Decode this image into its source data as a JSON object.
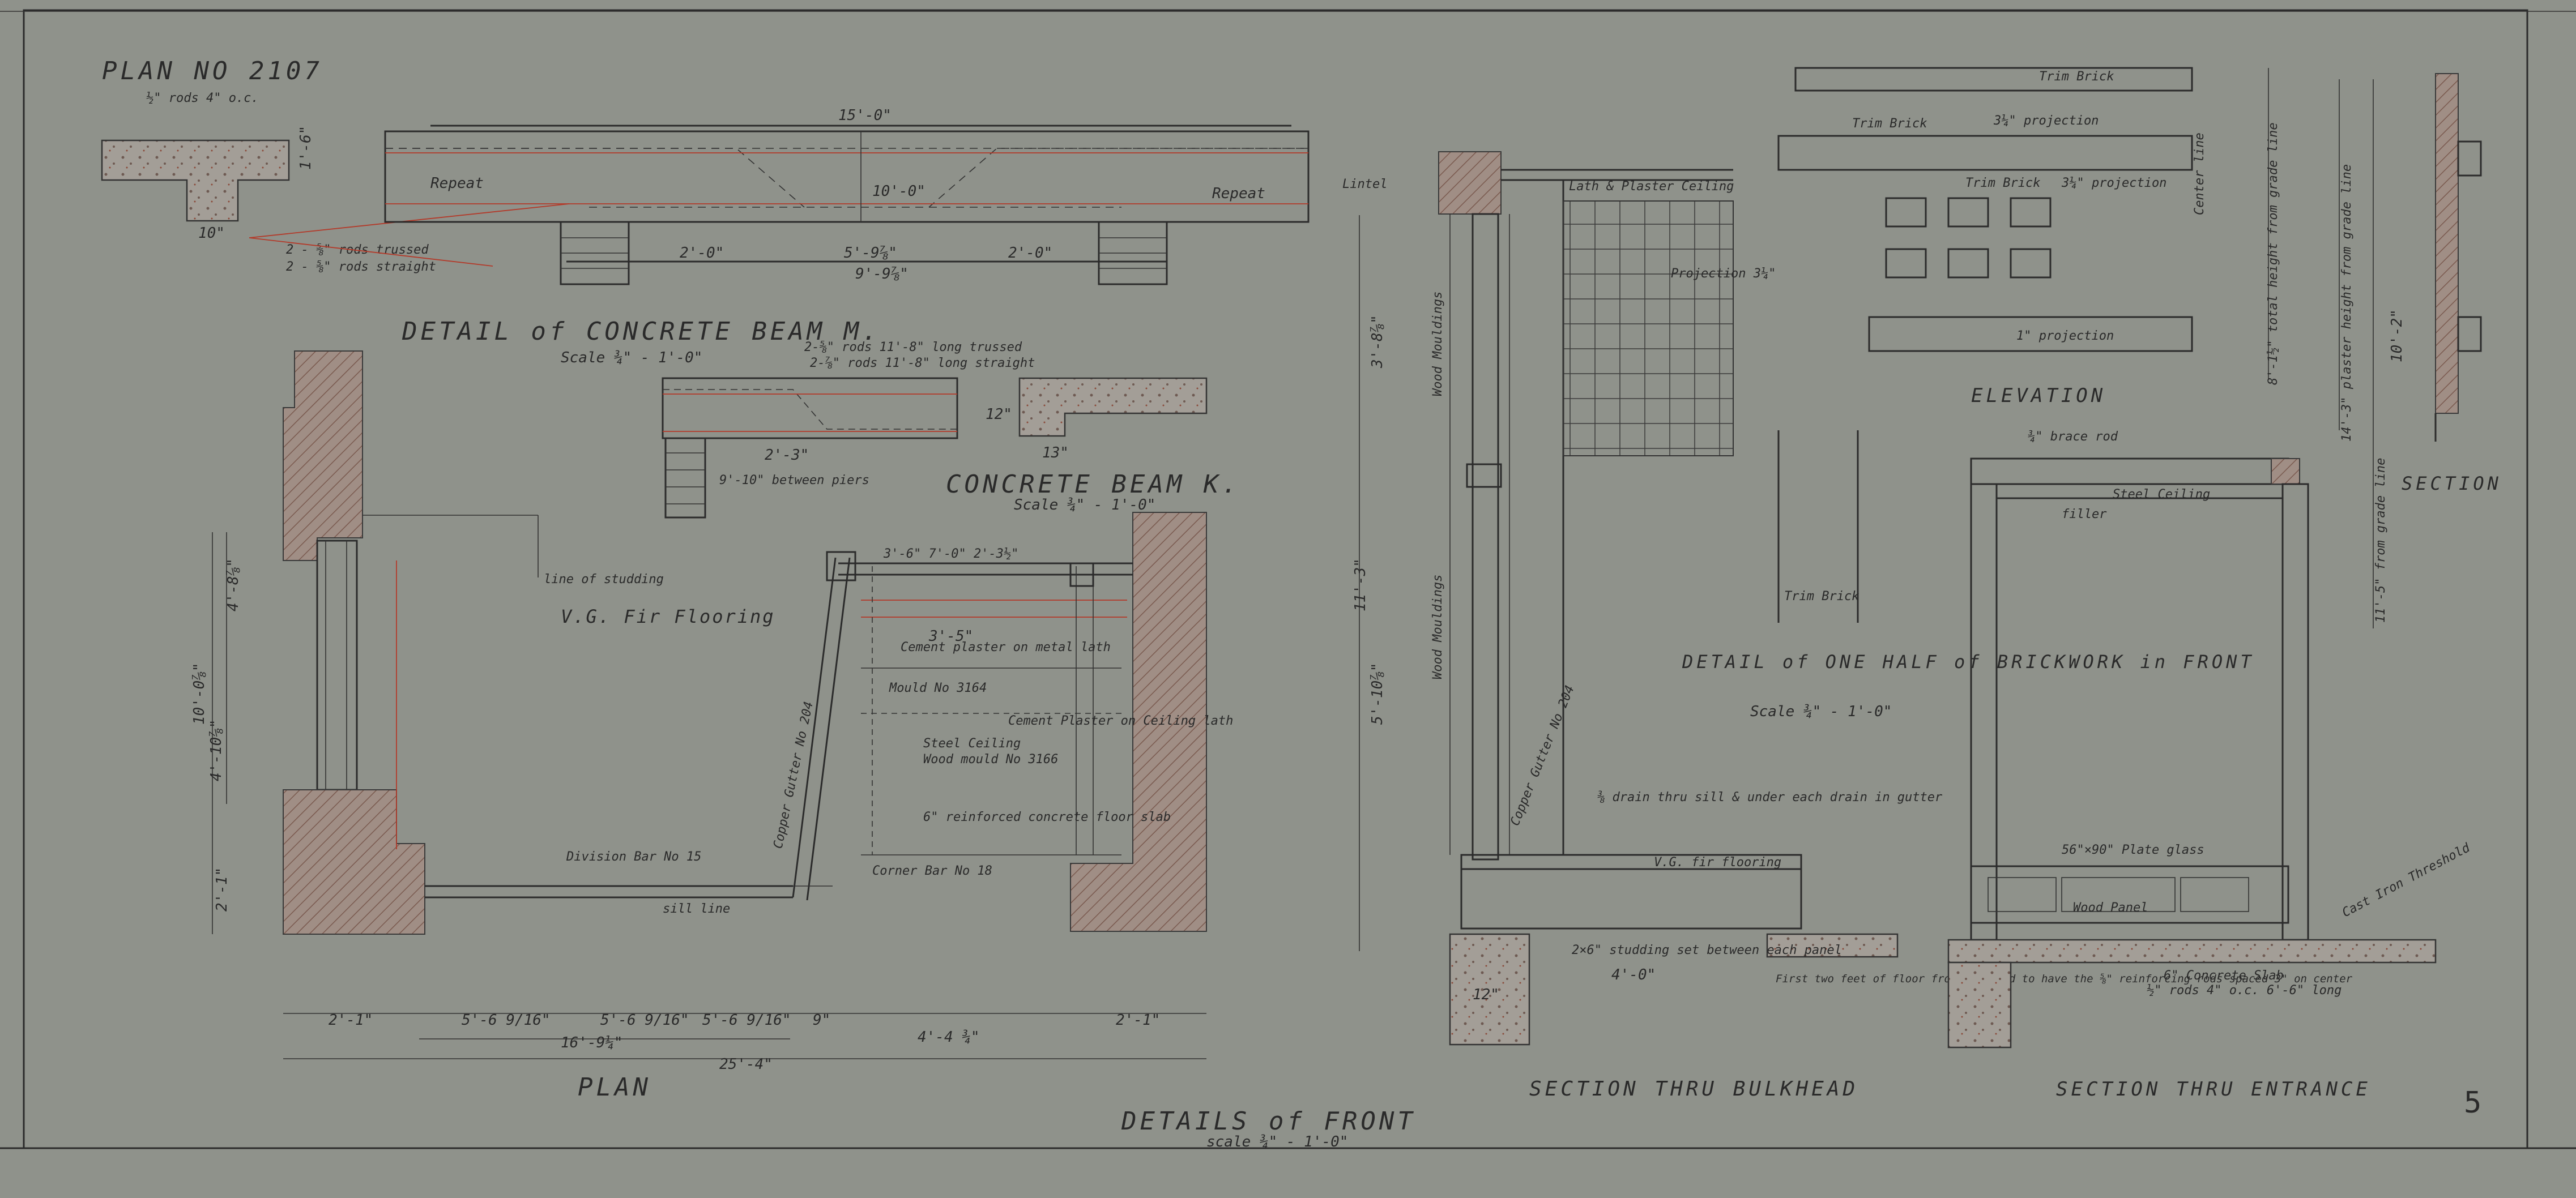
{
  "sheet": {
    "plan_no": "PLAN NO 2107",
    "page_number": "5",
    "title": "DETAILS of FRONT",
    "title_scale": "scale ¾\" - 1'-0\""
  },
  "beam_m": {
    "title": "DETAIL of CONCRETE BEAM M.",
    "scale": "Scale ¾\" - 1'-0\"",
    "rods_note": "½\" rods 4\" o.c.",
    "rods_trussed": "2 - ⅝\" rods trussed",
    "rods_straight": "2 - ⅝\" rods straight",
    "span": "15'-0\"",
    "inner_span": "10'-0\"",
    "repeat_left": "Repeat",
    "repeat_right": "Repeat",
    "dim_left": "2'-0\"",
    "dim_center": "5'-9⅞\"",
    "dim_total": "9'-9⅞\"",
    "dim_right": "2'-0\"",
    "depth": "1'-6\"",
    "dim_10": "10\""
  },
  "beam_k": {
    "title": "CONCRETE BEAM K.",
    "scale": "Scale ¾\" - 1'-0\"",
    "rods_trussed": "2-⅝\" rods 11'-8\" long trussed",
    "rods_straight": "2-⅞\" rods 11'-8\" long straight",
    "dim_between": "9'-10\" between piers",
    "dim_left": "2'-3\"",
    "depth": "12\"",
    "width": "13\""
  },
  "plan": {
    "title": "PLAN",
    "flooring": "V.G. Fir Flooring",
    "line_of_studding": "line of studding",
    "cement_plaster": "Cement plaster on metal lath",
    "mold": "Mould No 3164",
    "cement_plaster_ceiling": "Cement Plaster on Ceiling lath",
    "steel_ceiling": "Steel Ceiling",
    "wood_mould": "Wood mould No 3166",
    "concrete_slab": "6\" reinforced concrete floor slab",
    "corner_bar": "Corner Bar No 18",
    "division_bar": "Division Bar No 15",
    "copper_gutter": "Copper Gutter No 204",
    "sill_line": "sill line",
    "dims": [
      "2'-1\"",
      "5'-6 9/16\"",
      "5'-6 9/16\"",
      "5'-6 9/16\"",
      "9\"",
      "4'-4 ¾\"",
      "2'-1\""
    ],
    "dim_mid": "16'-9¼\"",
    "dim_total": "25'-4\"",
    "dim_35": "3'-5\"",
    "dim_top": "3'-6\" 7'-0\" 2'-3½\"",
    "vert_dims": [
      "10'-0⅞\"",
      "4'-10⅞\"",
      "4'-8⅞\"",
      "2'-1\""
    ]
  },
  "bulkhead": {
    "title": "SECTION THRU BULKHEAD",
    "lintel": "Lintel",
    "lath_plaster": "Lath & Plaster Ceiling",
    "wood_mouldings": "Wood Mouldings",
    "projection": "Projection 3¼\"",
    "drain_note": "⅜ drain thru sill & under each drain in gutter",
    "copper_gutter": "Copper Gutter No 204",
    "flooring": "V.G. fir flooring",
    "studding": "2×6\" studding set between each panel",
    "dim_40": "4'-0\"",
    "dim_12": "12\"",
    "floor_note": "First two feet of floor from bulkhead to have the ⅝\" reinforcing rods spaced 3\" on center",
    "vert_dims": [
      "3'-8⅞\"",
      "11'-3\"",
      "5'-10⅞\""
    ]
  },
  "brickwork": {
    "title": "DETAIL of ONE HALF of BRICKWORK in FRONT",
    "scale": "Scale ¾\" - 1'-0\"",
    "trim_brick": "Trim Brick",
    "proj_34": "3¼\" projection",
    "proj_14": "1\" projection",
    "center_line": "Center line",
    "elevation": "ELEVATION"
  },
  "entrance": {
    "title": "SECTION THRU ENTRANCE",
    "brace_rod": "¾\" brace rod",
    "steel_ceiling": "Steel Ceiling",
    "filler": "filler",
    "plate_glass": "56\"×90\" Plate glass",
    "wood_panel": "Wood Panel",
    "threshold": "Cast Iron Threshold",
    "concrete_slab": "6\" Concrete Slab",
    "rods": "½\" rods 4\" o.c. 6'-6\" long"
  },
  "section": {
    "title": "SECTION",
    "total_height": "8'-1½\" total height from grade line",
    "plaster_height": "14'-3\" plaster height from grade line",
    "grade_height": "11'-5\" from grade line",
    "dim": "10'-2\""
  }
}
